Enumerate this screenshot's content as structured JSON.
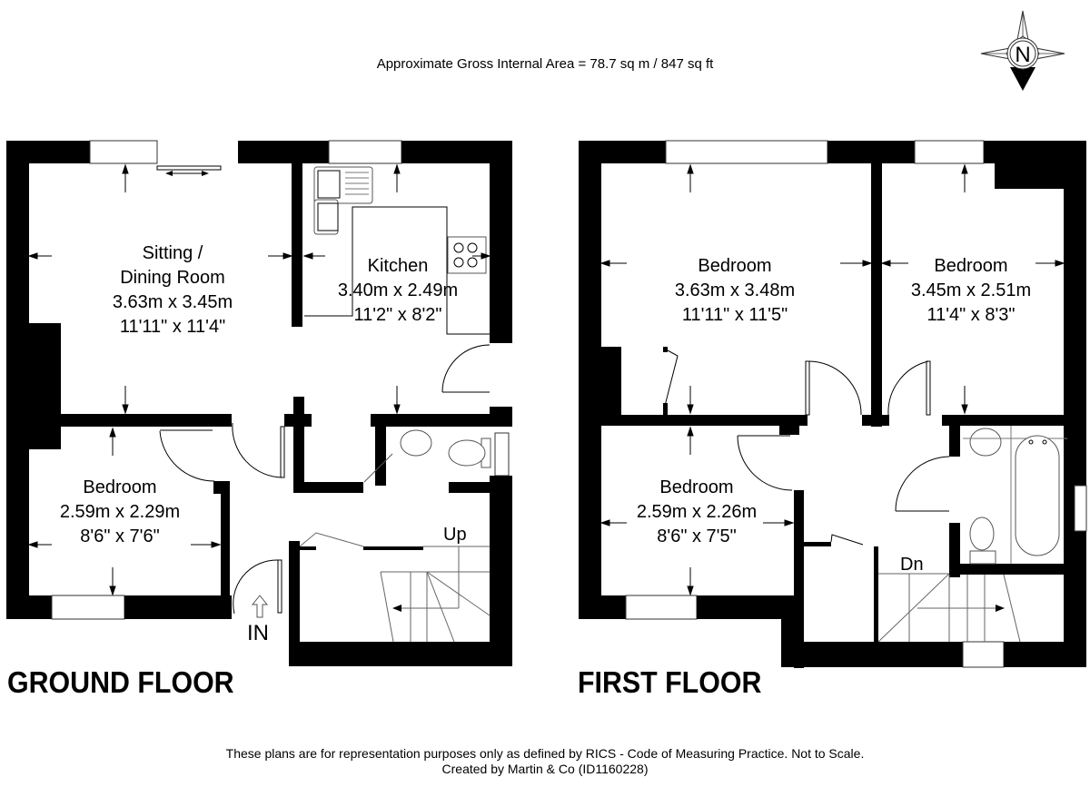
{
  "header": {
    "area_text": "Approximate Gross Internal Area = 78.7 sq m / 847 sq ft"
  },
  "compass": {
    "letter": "N",
    "icon": "north-compass-icon"
  },
  "ground_floor": {
    "label": "GROUND FLOOR",
    "rooms": [
      {
        "name": "Sitting /",
        "name2": "Dining Room",
        "metric": "3.63m x 3.45m",
        "imperial": "11'11\" x 11'4\""
      },
      {
        "name": "Kitchen",
        "metric": "3.40m x 2.49m",
        "imperial": "11'2\" x 8'2\""
      },
      {
        "name": "Bedroom",
        "metric": "2.59m x 2.29m",
        "imperial": "8'6\" x 7'6\""
      }
    ],
    "stairs_label": "Up",
    "entrance_label": "IN"
  },
  "first_floor": {
    "label": "FIRST FLOOR",
    "rooms": [
      {
        "name": "Bedroom",
        "metric": "3.63m x 3.48m",
        "imperial": "11'11\" x 11'5\""
      },
      {
        "name": "Bedroom",
        "metric": "3.45m x 2.51m",
        "imperial": "11'4\" x 8'3\""
      },
      {
        "name": "Bedroom",
        "metric": "2.59m x 2.26m",
        "imperial": "8'6\" x 7'5\""
      }
    ],
    "stairs_label": "Dn"
  },
  "footer": {
    "line1": "These plans are for representation purposes only as defined by RICS - Code of Measuring Practice. Not to Scale.",
    "line2": "Created by Martin & Co (ID1160228)"
  }
}
